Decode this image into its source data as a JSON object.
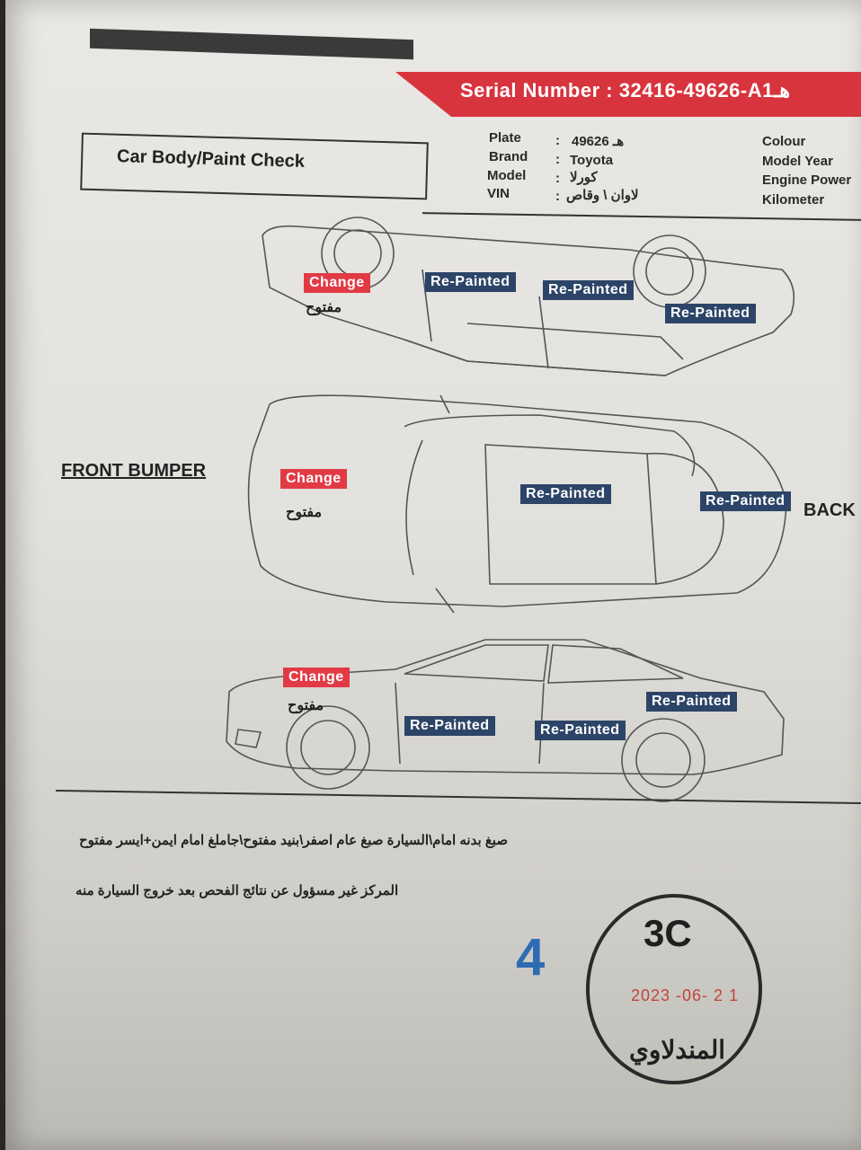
{
  "header": {
    "serial_label": "Serial Number :",
    "serial_value": "32416-49626-A1هـ",
    "title": "Car Body/Paint Check"
  },
  "vehicle": {
    "plate_label": "Plate",
    "plate_value": "هـ 49626",
    "brand_label": "Brand",
    "brand_value": "Toyota",
    "model_label": "Model",
    "model_value": "كورلا",
    "vin_label": "VIN",
    "vin_value": "لاوان \\ وقاص",
    "colour_label": "Colour",
    "model_year_label": "Model Year",
    "engine_power_label": "Engine Power",
    "kilometer_label": "Kilometer"
  },
  "diagram": {
    "front_label": "FRONT BUMPER",
    "back_label": "BACK",
    "change_label": "Change",
    "painted_label": "Re-Painted",
    "opened_label": "مفتوح"
  },
  "notes": {
    "line1": "صبغ بدنه امام\\السيارة صبغ عام اصفر\\بنيد مفتوح\\جاملغ امام ايمن+ايسر مفتوح",
    "line2": "المركز غير مسؤول عن نتائج الفحص بعد خروج السيارة منه"
  },
  "footer": {
    "handwritten_number": "4",
    "stamp_code": "3C",
    "stamp_date": "2023 -06- 2 1",
    "stamp_name": "المندلاوي"
  }
}
